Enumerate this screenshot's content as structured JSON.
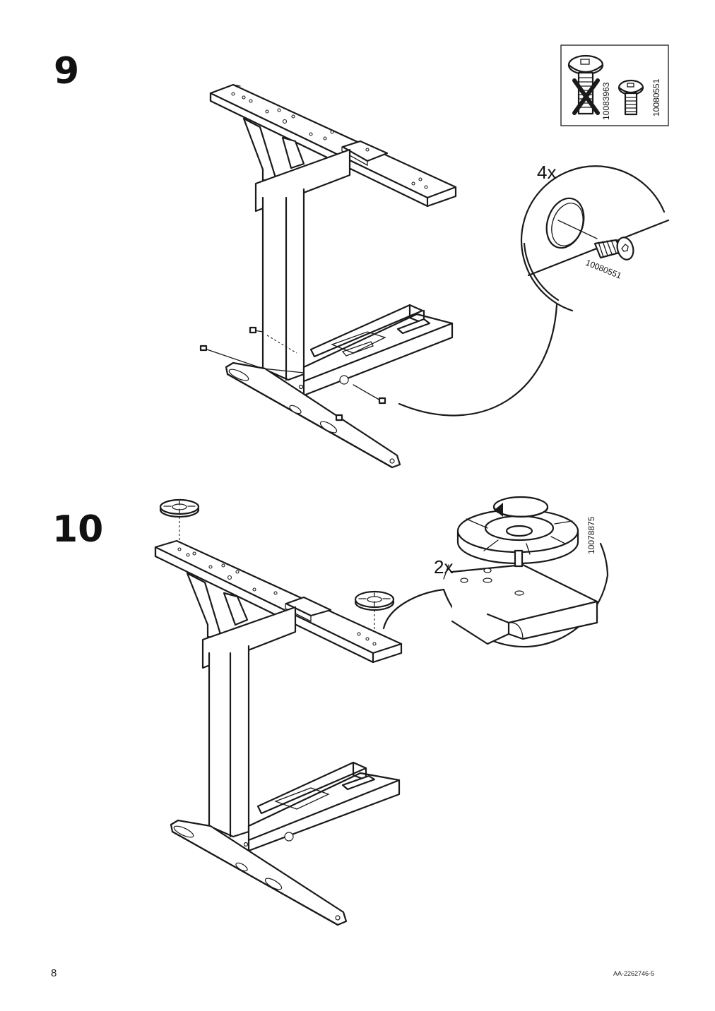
{
  "steps": [
    {
      "number": "9",
      "screws_box": {
        "items": [
          {
            "part_number": "10083963",
            "crossed_out": true
          },
          {
            "part_number": "10080551",
            "crossed_out": false
          }
        ]
      },
      "detail": {
        "quantity": "4x",
        "part_number": "10080551"
      }
    },
    {
      "number": "10",
      "detail": {
        "quantity": "2x",
        "part_number": "10078875"
      }
    }
  ],
  "footer": {
    "page_number": "8",
    "document_id": "AA-2262746-5"
  },
  "icons": [
    "screw-icon",
    "crossed-out-screw-icon",
    "foot-glider-icon",
    "rotate-arrow-icon"
  ],
  "colors": {
    "line": "#1a1a1a",
    "background": "#ffffff"
  }
}
